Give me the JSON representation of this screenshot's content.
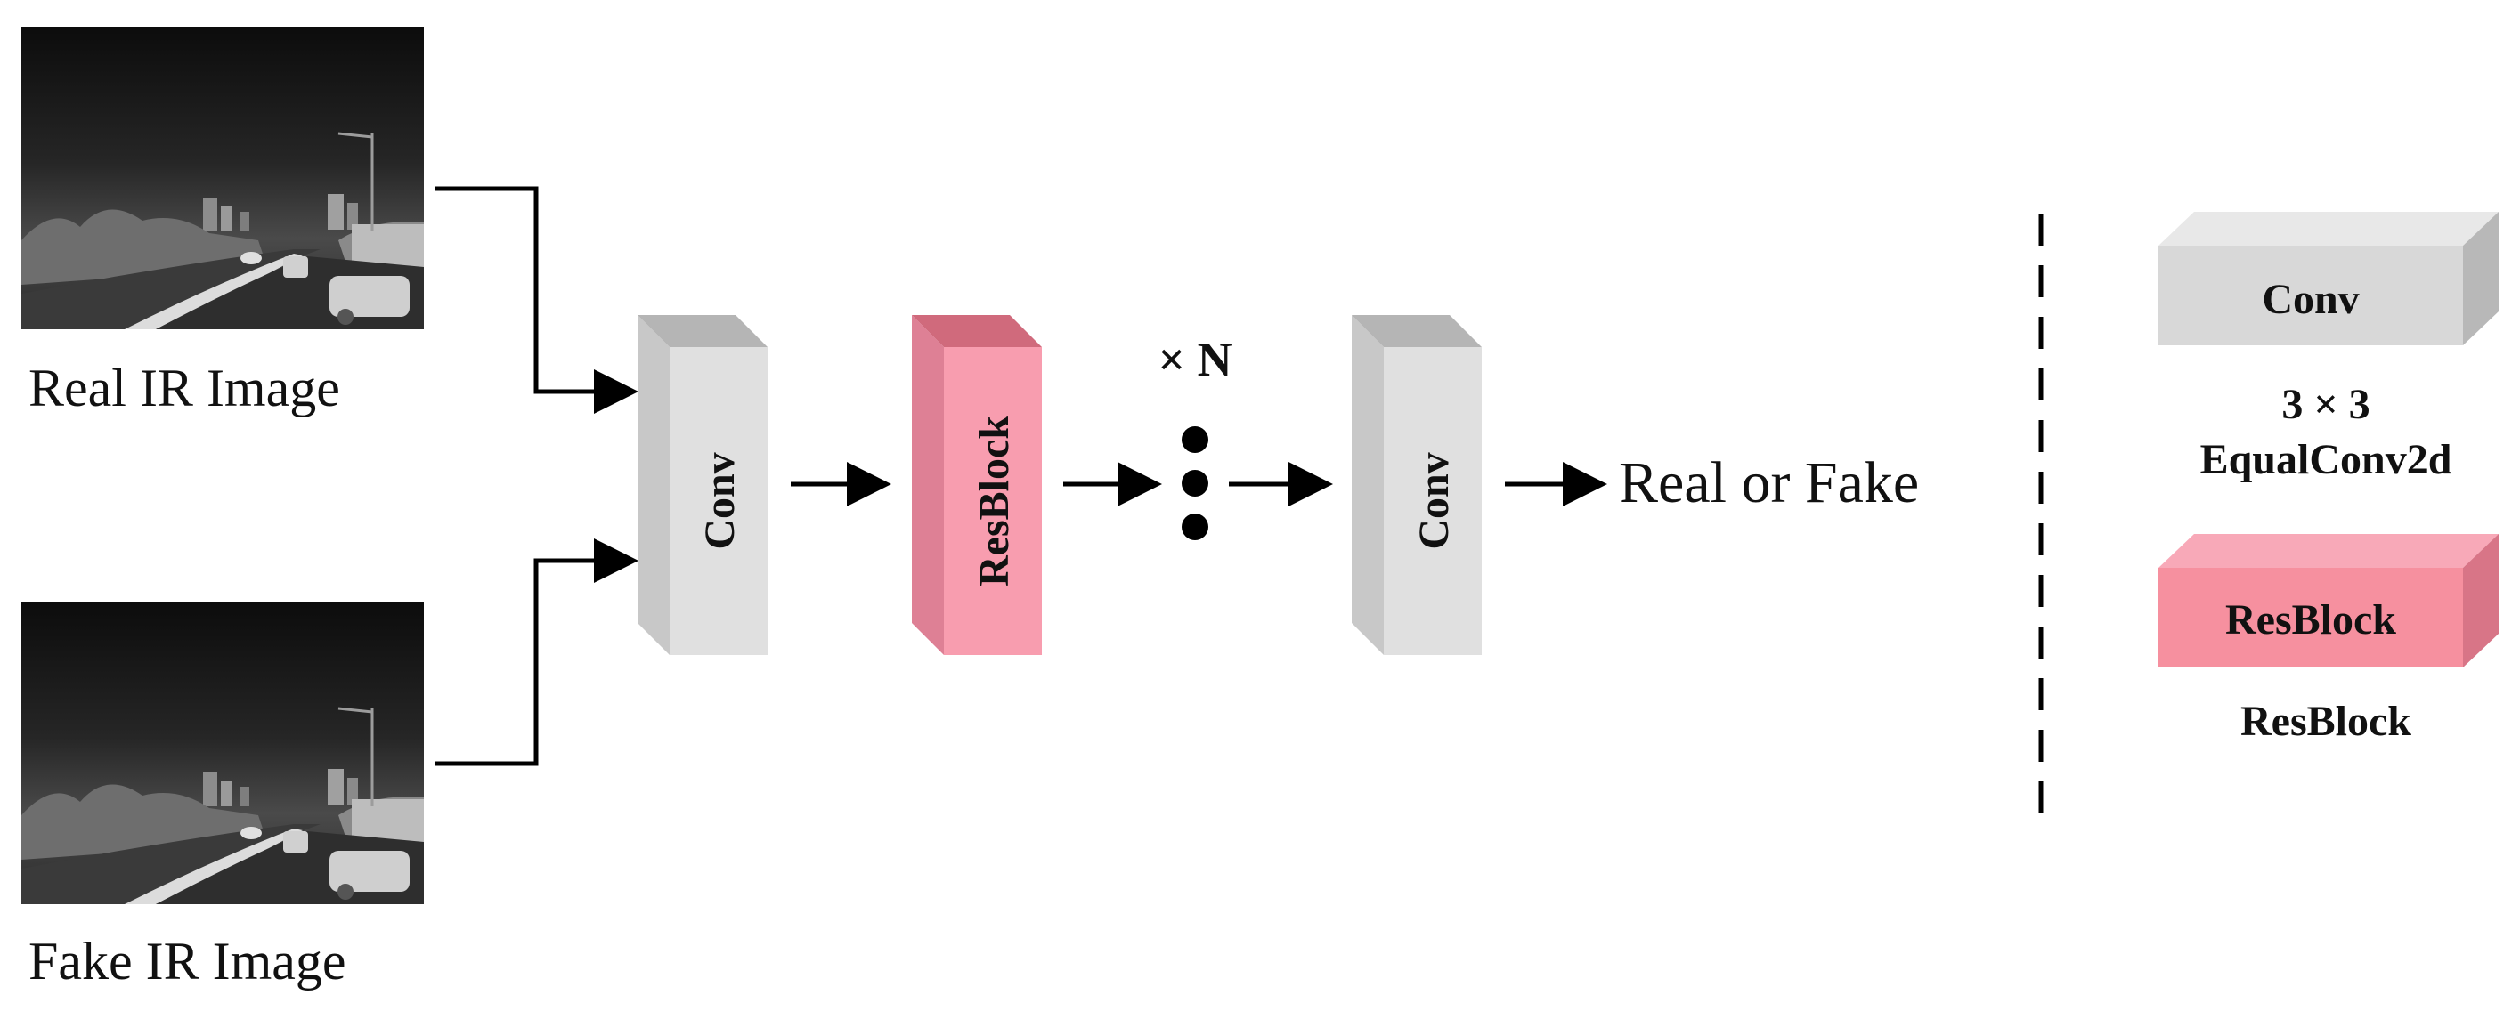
{
  "inputs": {
    "real_label": "Real IR Image",
    "fake_label": "Fake IR Image"
  },
  "pipeline": {
    "conv1_label": "Conv",
    "resblock_label": "ResBlock",
    "repeat_label": "× N",
    "conv2_label": "Conv",
    "output_label": "Real or Fake"
  },
  "legend": {
    "conv_block_label": "Conv",
    "conv_caption_line1": "3 × 3",
    "conv_caption_line2": "EqualConv2d",
    "resblock_block_label": "ResBlock",
    "resblock_caption": "ResBlock"
  },
  "colors": {
    "conv_front": "#e0e0e0",
    "conv_top": "#b5b5b5",
    "conv_side": "#c8c8c8",
    "resblock_front": "#f89daf",
    "resblock_top": "#d06a7c",
    "resblock_side": "#de8095"
  }
}
